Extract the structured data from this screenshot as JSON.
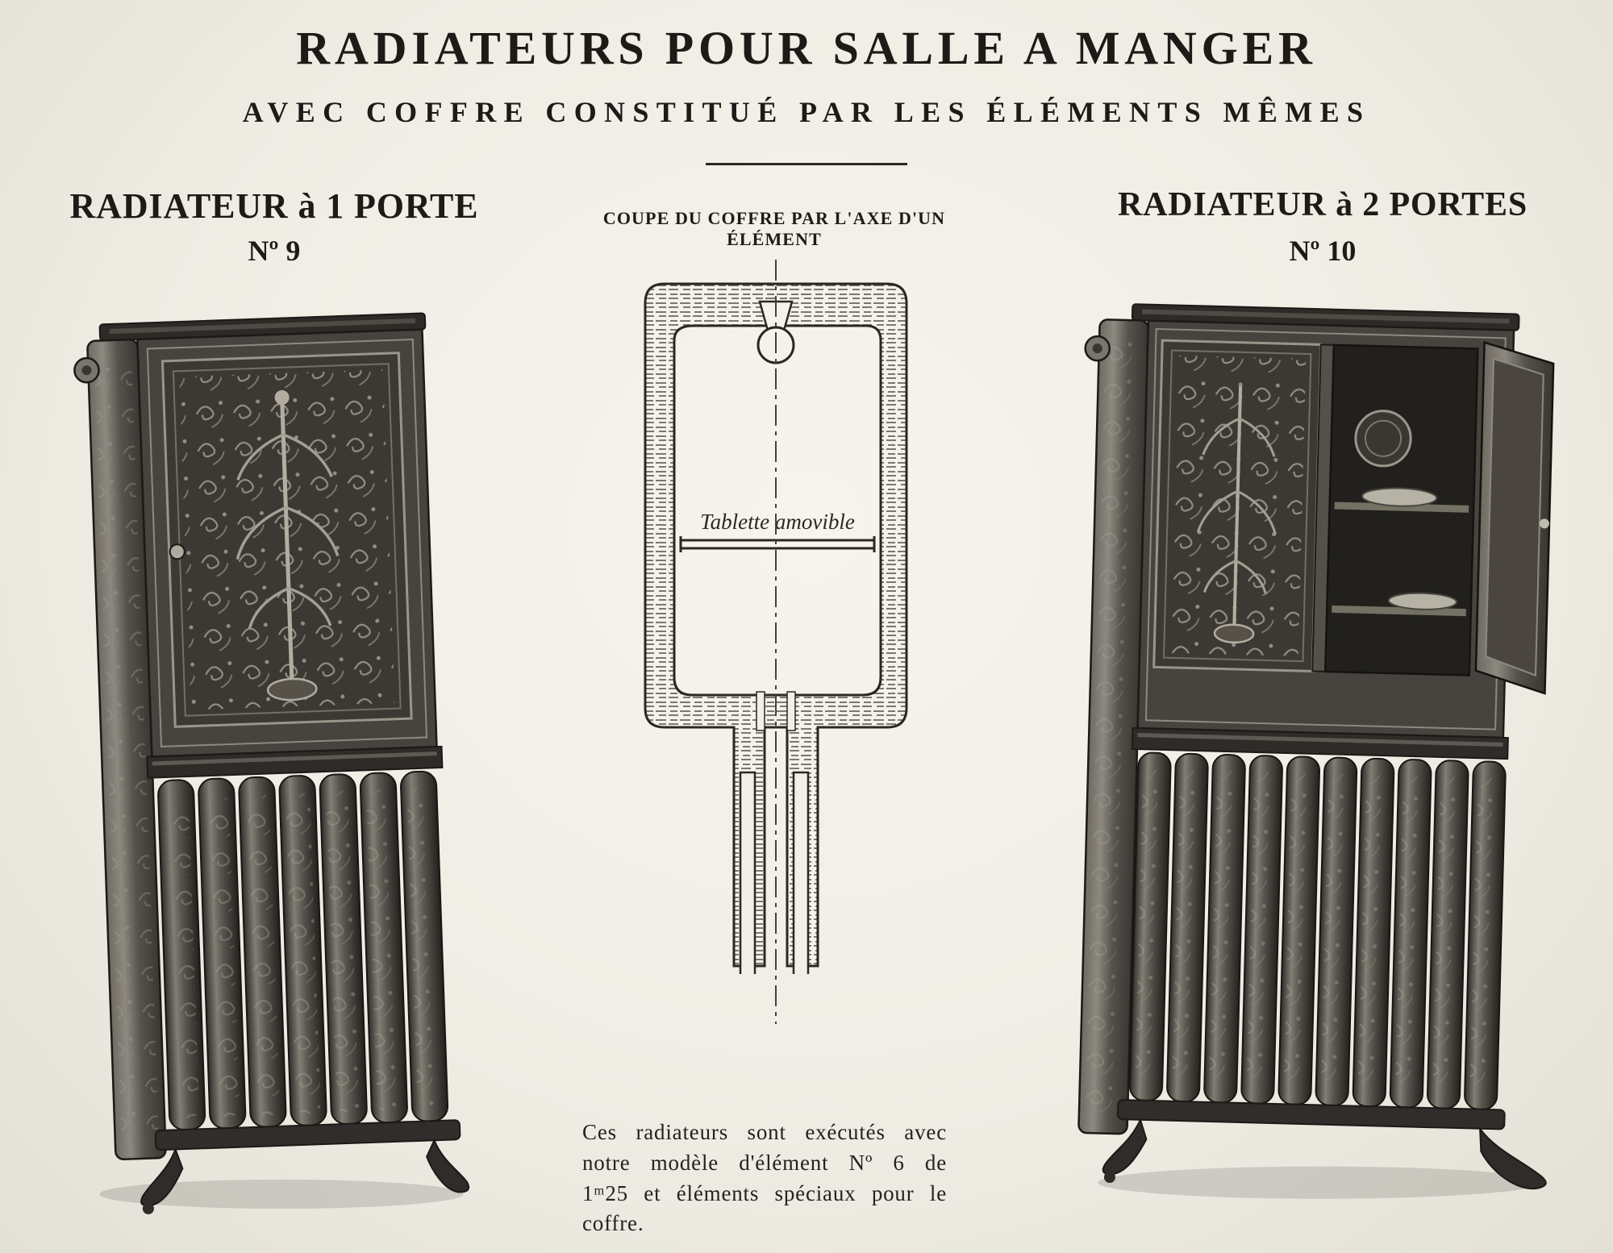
{
  "page": {
    "title": "RADIATEURS POUR SALLE A MANGER",
    "subtitle": "AVEC COFFRE CONSTITUÉ PAR LES ÉLÉMENTS MÊMES"
  },
  "figure_left": {
    "heading": "RADIATEUR à 1 PORTE",
    "number": "Nº 9"
  },
  "figure_center": {
    "heading": "COUPE DU COFFRE PAR L'AXE D'UN ÉLÉMENT",
    "shelf_label": "Tablette amovible",
    "caption": "Ces radiateurs sont exécutés avec notre modèle d'élément Nº 6 de 1ᵐ25 et éléments spéciaux pour le coffre."
  },
  "figure_right": {
    "heading": "RADIATEUR à 2 PORTES",
    "number": "Nº 10"
  },
  "colors": {
    "paper": "#f2efe8",
    "ink": "#1d1b18",
    "photo_dark": "#2f2d29",
    "photo_mid": "#57544d",
    "photo_light": "#b3ada1"
  }
}
